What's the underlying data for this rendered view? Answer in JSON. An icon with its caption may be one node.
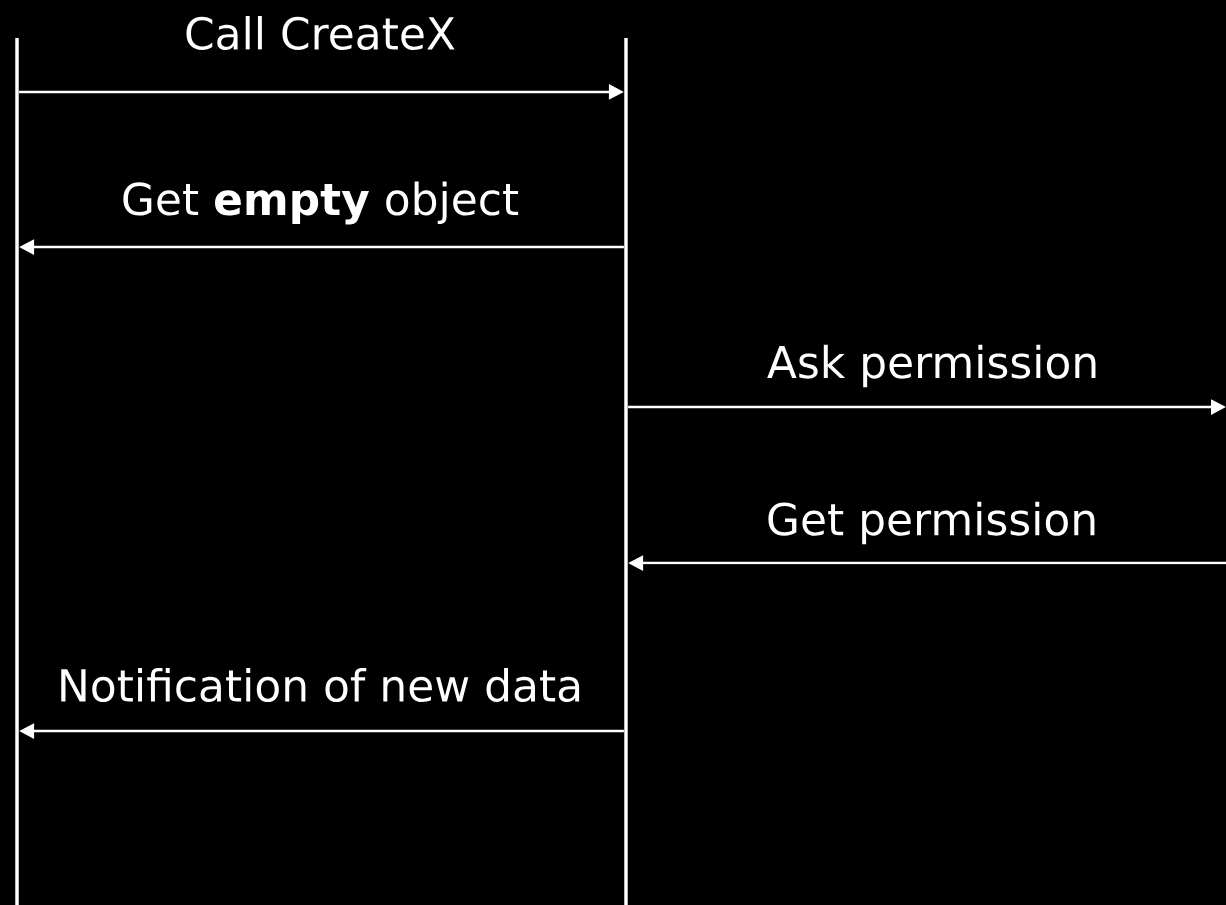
{
  "diagram": {
    "nodes": [
      {
        "text": [],
        "shape": "bar"
      },
      {
        "text": [],
        "shape": "bar"
      }
    ],
    "edges": [
      {
        "from": 0,
        "to": 1,
        "arrow": "to",
        "label": "Call CreateX"
      },
      {
        "from": 1,
        "to": 0,
        "arrow": "to",
        "label": "Get **empty** object"
      },
      {
        "from": 1,
        "to": null,
        "arrow": "to",
        "label": "Ask permission"
      },
      {
        "from": null,
        "to": 1,
        "arrow": "to",
        "label": "Get permission"
      },
      {
        "from": 1,
        "to": 0,
        "arrow": "to",
        "label": "Notification of new data"
      }
    ]
  }
}
